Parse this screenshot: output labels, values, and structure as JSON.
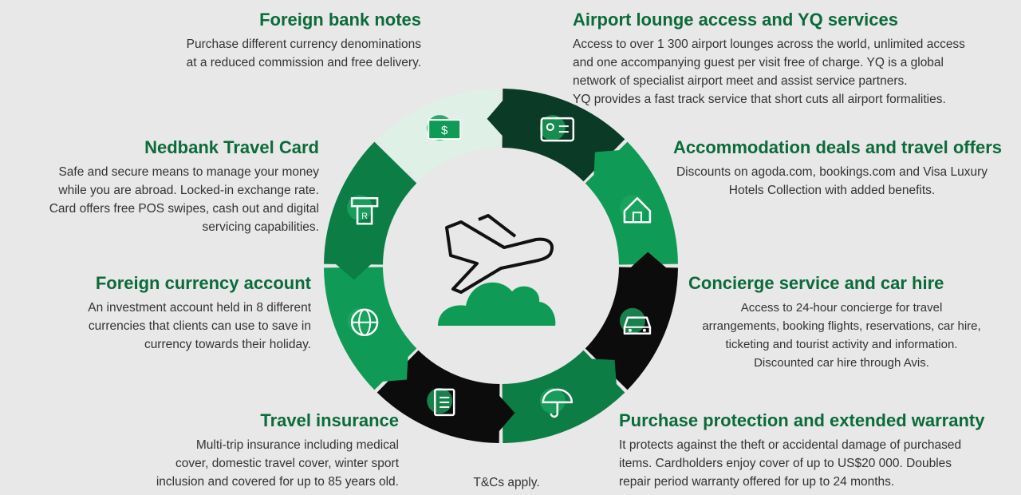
{
  "colors": {
    "background": "#e8e8e8",
    "heading": "#0b6b3a",
    "body_text": "#333333",
    "green": "#0f9a55",
    "mid_green": "#0b7d45",
    "dark_green": "#0b3b26",
    "black": "#0c0c0c",
    "pale_green": "#dff0e6",
    "icon_green": "#1ea760"
  },
  "segments": [
    {
      "name": "foreign-bank-notes",
      "icon": "banknote-icon",
      "fill": "pale_green"
    },
    {
      "name": "airport-lounge",
      "icon": "lounge-card-icon",
      "fill": "dark_green"
    },
    {
      "name": "accommodation",
      "icon": "house-icon",
      "fill": "green"
    },
    {
      "name": "concierge",
      "icon": "car-icon",
      "fill": "black"
    },
    {
      "name": "purchase-protection",
      "icon": "umbrella-icon",
      "fill": "mid_green"
    },
    {
      "name": "travel-insurance",
      "icon": "document-icon",
      "fill": "black"
    },
    {
      "name": "foreign-currency",
      "icon": "globe-icon",
      "fill": "green"
    },
    {
      "name": "travel-card",
      "icon": "card-atm-icon",
      "fill": "mid_green"
    }
  ],
  "center_icon": "airplane-cloud-icon",
  "sections": {
    "foreign_bank_notes": {
      "title": "Foreign bank notes",
      "text": "Purchase different currency denominations\nat a reduced  commission and free delivery."
    },
    "airport_lounge": {
      "title": "Airport lounge access and YQ services",
      "text": "Access to over 1 300 airport lounges across the world, unlimited access\nand one accompanying guest per visit free of charge. YQ is a global\nnetwork of specialist airport meet and assist service partners.\n       YQ provides a fast track service that short cuts all airport formalities."
    },
    "travel_card": {
      "title": "Nedbank Travel Card",
      "text": "Safe and secure means to manage your money\nwhile you are abroad. Locked-in exchange rate.\nCard offers free POS swipes,  cash out and digital\nservicing capabilities."
    },
    "accommodation": {
      "title": "Accommodation deals and travel offers",
      "text": "Discounts on agoda.com, bookings.com  and Visa Luxury\nHotels Collection with added benefits."
    },
    "foreign_currency": {
      "title": "Foreign currency account",
      "text": "An investment account held in 8 different\ncurrencies that clients can use to save in\ncurrency  towards their holiday."
    },
    "concierge": {
      "title": "Concierge service and car hire",
      "text": "Access to 24-hour concierge for travel\narrangements, booking flights, reservations, car hire,\nticketing and tourist activity and information.\nDiscounted car hire through Avis."
    },
    "travel_insurance": {
      "title": "Travel insurance",
      "text": "Multi-trip insurance including medical\ncover, domestic travel cover, winter sport\ninclusion and covered for up to 85 years old."
    },
    "purchase_protection": {
      "title": "Purchase protection and extended warranty",
      "text": "It protects against the theft or accidental damage of purchased\nitems.  Cardholders enjoy cover of up to US$20 000.  Doubles\nrepair period warranty offered for up to 24 months."
    }
  },
  "footnote": "T&Cs apply."
}
